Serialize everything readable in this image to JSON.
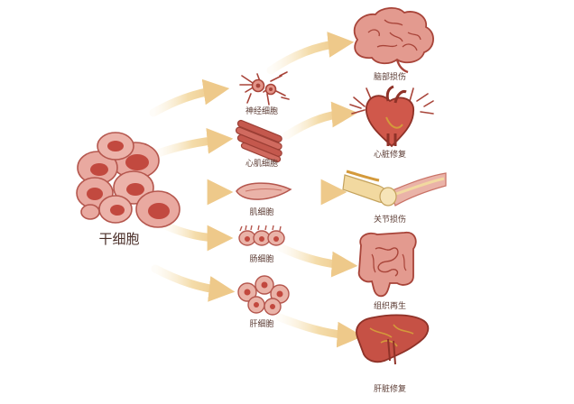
{
  "source": {
    "label": "干细胞"
  },
  "cell_types": [
    {
      "id": "neuron",
      "label": "神经细胞"
    },
    {
      "id": "cardiomyocyte",
      "label": "心肌细胞"
    },
    {
      "id": "myocyte",
      "label": "肌细胞"
    },
    {
      "id": "enterocyte",
      "label": "肠细胞"
    },
    {
      "id": "hepatocyte",
      "label": "肝细胞"
    }
  ],
  "outcomes": [
    {
      "id": "brain",
      "label": "脑部损伤"
    },
    {
      "id": "heart",
      "label": "心脏修复"
    },
    {
      "id": "joint",
      "label": "关节损伤"
    },
    {
      "id": "intestine",
      "label": "组织再生"
    },
    {
      "id": "liver",
      "label": "肝脏修复"
    }
  ],
  "colors": {
    "arrow": "#f3dcaa",
    "cell_fill": "#e9a9a0",
    "cell_stroke": "#b5574e",
    "nucleus": "#c2493f",
    "organ_fill": "#dd8f86",
    "organ_dark": "#a84439",
    "vessel": "#d49a3b",
    "tendon": "#f2d9a0"
  },
  "icons": {
    "source": "stem-cell-cluster-icon",
    "neuron": "neuron-icon",
    "cardiomyocyte": "cardiac-muscle-fibers-icon",
    "myocyte": "muscle-fiber-icon",
    "enterocyte": "intestinal-cells-icon",
    "hepatocyte": "liver-cells-icon",
    "brain": "brain-icon",
    "heart": "heart-icon",
    "joint": "knee-joint-icon",
    "intestine": "intestine-icon",
    "liver": "liver-icon"
  }
}
